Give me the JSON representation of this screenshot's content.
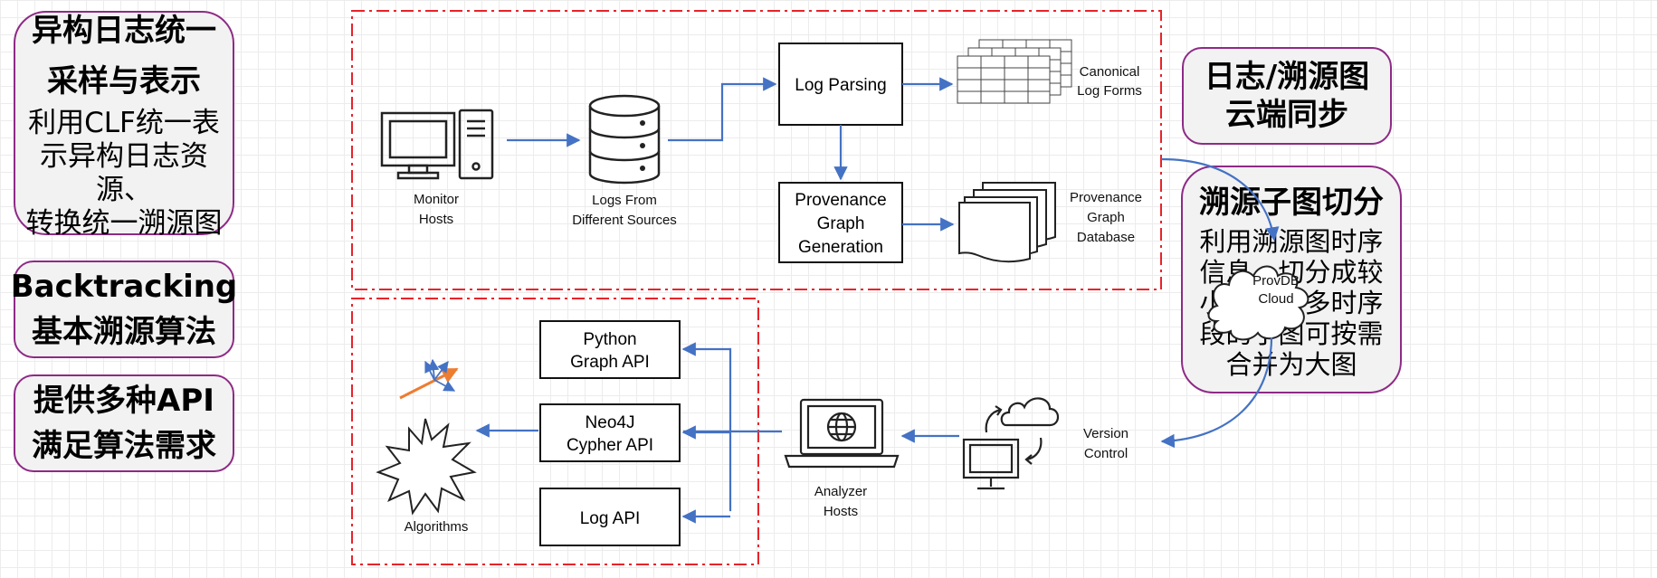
{
  "left_cards": [
    {
      "title_lines": [
        "异构日志统一",
        "采样与表示"
      ],
      "body_lines": [
        "利用CLF统一表",
        "示异构日志资源、",
        "转换统一溯源图"
      ]
    },
    {
      "title_lines": [
        "Backtracking",
        "基本溯源算法"
      ]
    },
    {
      "title_lines": [
        "提供多种API",
        "满足算法需求"
      ]
    }
  ],
  "right_cards": [
    {
      "title_lines": [
        "日志/溯源图",
        "云端同步"
      ]
    },
    {
      "title_lines": [
        "溯源子图切分"
      ],
      "body_lines": [
        "利用溯源图时序",
        "信息，切分成较",
        "小子图；多时序",
        "段的子图可按需",
        "合并为大图"
      ]
    }
  ],
  "diagram": {
    "monitor_hosts": [
      "Monitor",
      "Hosts"
    ],
    "logs_sources": [
      "Logs From",
      "Different Sources"
    ],
    "log_parsing": [
      "Log Parsing"
    ],
    "canonical_forms": [
      "Canonical",
      "Log Forms"
    ],
    "provenance_generation": [
      "Provenance",
      "Graph",
      "Generation"
    ],
    "provenance_db": [
      "Provenance",
      "Graph",
      "Database"
    ],
    "provdb_cloud": [
      "ProvDB",
      "Cloud"
    ],
    "version_control": [
      "Version",
      "Control"
    ],
    "analyzer_hosts": [
      "Analyzer",
      "Hosts"
    ],
    "python_api": [
      "Python",
      "Graph API"
    ],
    "cypher_api": [
      "Neo4J",
      "Cypher API"
    ],
    "log_api": [
      "Log API"
    ],
    "algorithms": [
      "Algorithms"
    ]
  },
  "colors": {
    "card_border": "#8e2a86",
    "card_fill": "#f2f2f2",
    "dash_box": "#e8232a",
    "arrow": "#4472c4"
  }
}
